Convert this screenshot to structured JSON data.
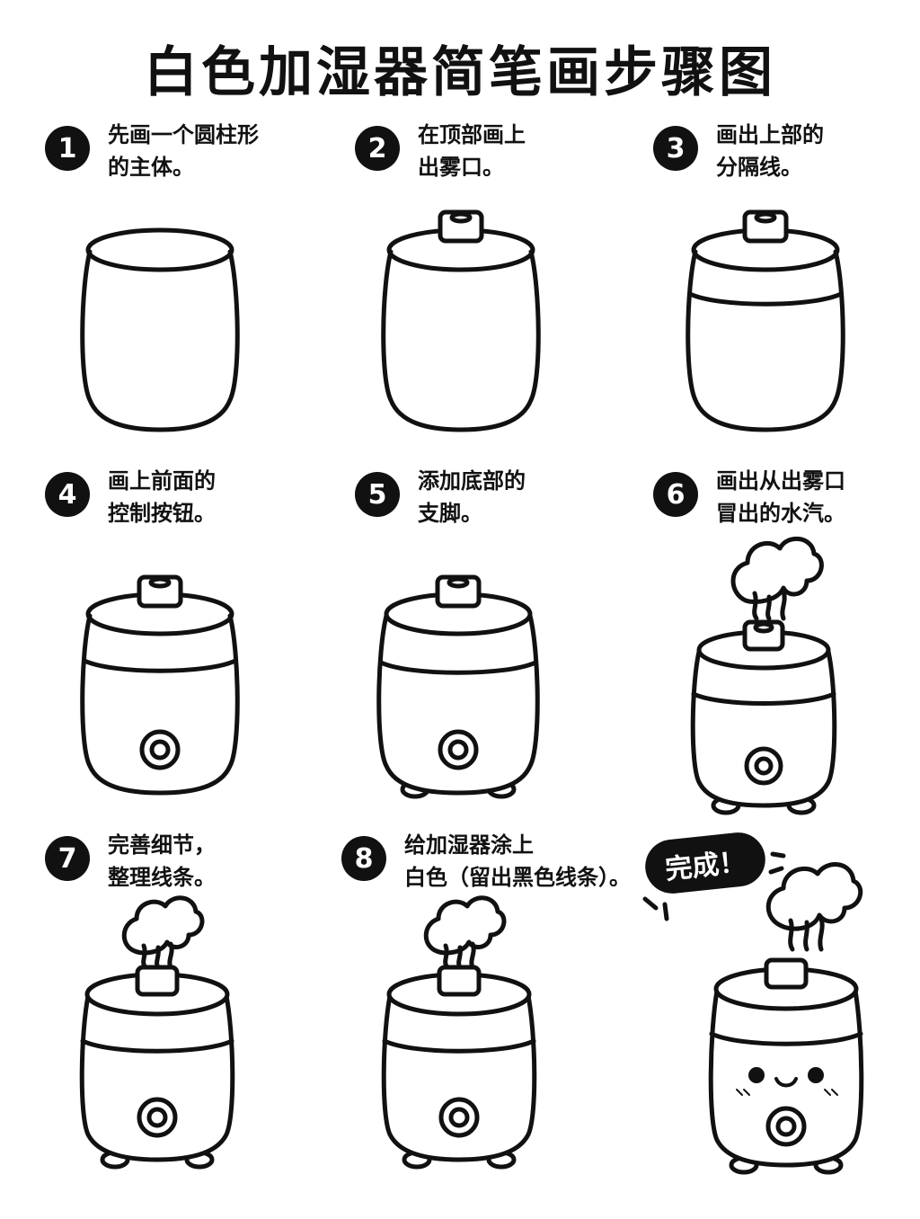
{
  "title": "白色加湿器简笔画步骤图",
  "steps": [
    {
      "num": "1",
      "text": "先画一个圆柱形\n的主体。"
    },
    {
      "num": "2",
      "text": "在顶部画上\n出雾口。"
    },
    {
      "num": "3",
      "text": "画出上部的\n分隔线。"
    },
    {
      "num": "4",
      "text": "画上前面的\n控制按钮。"
    },
    {
      "num": "5",
      "text": "添加底部的\n支脚。"
    },
    {
      "num": "6",
      "text": "画出从出雾口\n冒出的水汽。"
    },
    {
      "num": "7",
      "text": "完善细节，\n整理线条。"
    },
    {
      "num": "8",
      "text": "给加湿器涂上\n白色（留出黑色线条）。"
    }
  ],
  "final_label": "完成！",
  "colors": {
    "ink": "#111111",
    "background": "#ffffff"
  }
}
